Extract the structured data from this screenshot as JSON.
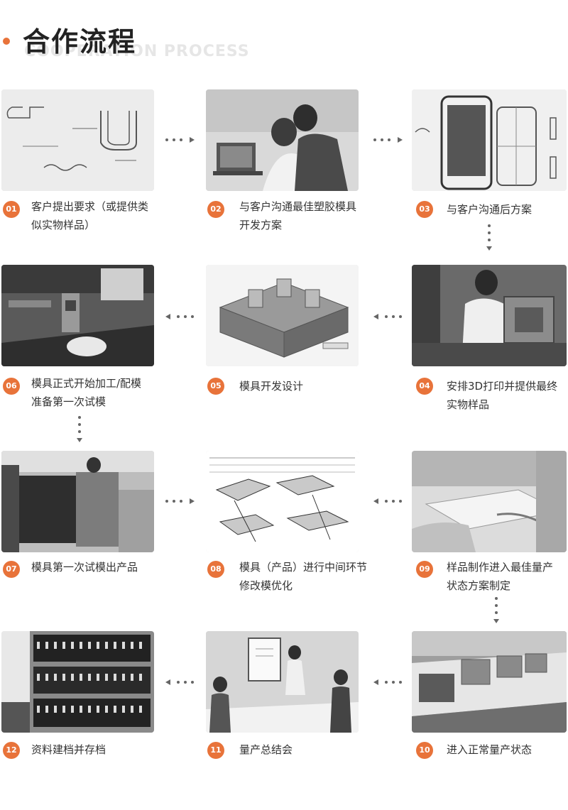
{
  "header": {
    "title": "合作流程",
    "subtitle": "COOPERATION PROCESS"
  },
  "steps": [
    {
      "num": "01",
      "line1": "客户提出要求（或提供类",
      "line2": "似实物样品）",
      "photo": "sketch-drawing"
    },
    {
      "num": "02",
      "line1": "与客户沟通最佳塑胶模具",
      "line2": "开发方案",
      "photo": "meeting-laptop"
    },
    {
      "num": "03",
      "line1": "与客户沟通后方案",
      "line2": "",
      "photo": "phone-sketch"
    },
    {
      "num": "04",
      "line1": "安排3D打印并提供最终",
      "line2": "实物样品",
      "photo": "worker-mold"
    },
    {
      "num": "05",
      "line1": "模具开发设计",
      "line2": "",
      "photo": "mold-cad"
    },
    {
      "num": "06",
      "line1": "模具正式开始加工/配模",
      "line2": "准备第一次试模",
      "photo": "cnc-machining"
    },
    {
      "num": "07",
      "line1": "模具第一次试模出产品",
      "line2": "",
      "photo": "injection-machine"
    },
    {
      "num": "08",
      "line1": "模具（产品）进行中间环节",
      "line2": "修改模优化",
      "photo": "parts-drawing"
    },
    {
      "num": "09",
      "line1": "样品制作进入最佳量产",
      "line2": "状态方案制定",
      "photo": "sample-handling"
    },
    {
      "num": "10",
      "line1": "进入正常量产状态",
      "line2": "",
      "photo": "production-floor"
    },
    {
      "num": "11",
      "line1": "量产总结会",
      "line2": "",
      "photo": "summary-meeting"
    },
    {
      "num": "12",
      "line1": "资料建档并存档",
      "line2": "",
      "photo": "archive-shelves"
    }
  ],
  "colors": {
    "accent": "#e8733a",
    "text": "#333333",
    "arrow": "#666666"
  }
}
